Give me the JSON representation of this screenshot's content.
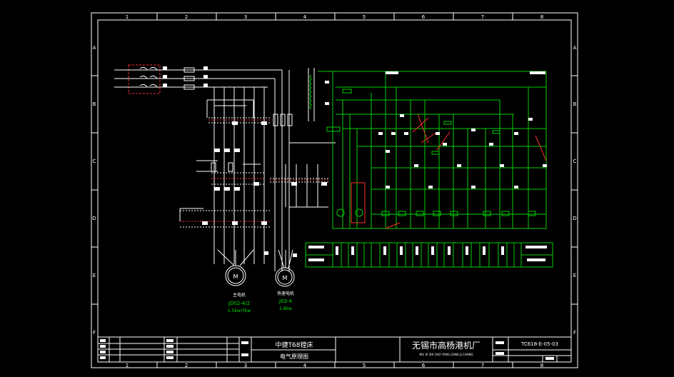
{
  "frame": {
    "cols": [
      "1",
      "2",
      "3",
      "4",
      "5",
      "6",
      "7",
      "8"
    ],
    "rows": [
      "A",
      "B",
      "C",
      "D",
      "E",
      "F"
    ]
  },
  "motors": {
    "main": {
      "symbol": "M",
      "name": "主电机",
      "model": "JD02-4/2",
      "power": "5.5kw/7kw"
    },
    "rapid": {
      "symbol": "M",
      "name": "快速电机",
      "model": "J03-4",
      "power": "2.8kw"
    }
  },
  "title_block": {
    "drawing_title": "中捷T68镗床",
    "drawing_subtitle": "电气原理图",
    "company": "无锡市高杨港机厂",
    "company_pinyin": "WU XI SHI GAO YANG GANG JI CHANG",
    "drawing_number": "TC618-E-05-03"
  },
  "colors": {
    "background": "#000000",
    "wiring": "#ffffff",
    "control": "#00d000",
    "highlight": "#ff3030"
  }
}
